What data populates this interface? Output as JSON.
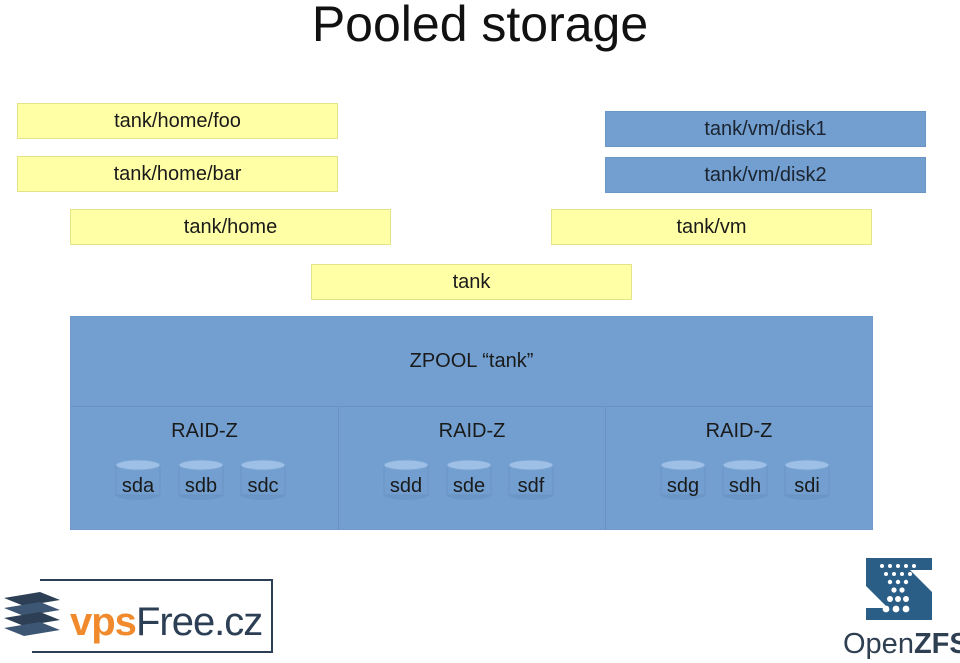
{
  "title": "Pooled storage",
  "datasets": {
    "home_foo": "tank/home/foo",
    "home_bar": "tank/home/bar",
    "home": "tank/home",
    "vm_disk1": "tank/vm/disk1",
    "vm_disk2": "tank/vm/disk2",
    "vm": "tank/vm",
    "tank": "tank"
  },
  "pool": {
    "label": "ZPOOL “tank”",
    "vdevs": [
      {
        "label": "RAID-Z",
        "disks": [
          "sda",
          "sdb",
          "sdc"
        ]
      },
      {
        "label": "RAID-Z",
        "disks": [
          "sdd",
          "sde",
          "sdf"
        ]
      },
      {
        "label": "RAID-Z",
        "disks": [
          "sdg",
          "sdh",
          "sdi"
        ]
      }
    ]
  },
  "logos": {
    "vpsfree_a": "vps",
    "vpsfree_b": "Free.cz",
    "openzfs_a": "Open",
    "openzfs_b": "ZFS"
  },
  "colors": {
    "dataset_yellow": "#ffffa6",
    "zvol_blue": "#729fcf",
    "vps_orange": "#f08a2c",
    "zfs_navy": "#2c3f55"
  }
}
